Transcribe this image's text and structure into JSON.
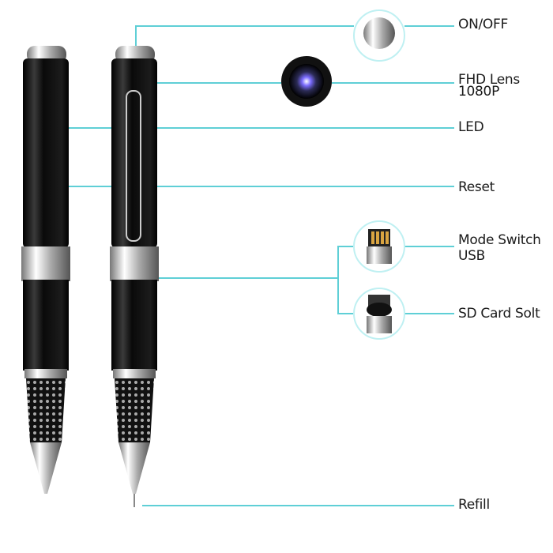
{
  "labels": {
    "on_off": "ON/OFF",
    "lens_line1": "FHD Lens",
    "lens_line2": "1080P",
    "led": "LED",
    "reset": "Reset",
    "mode_line1": "Mode Switch",
    "mode_line2": "USB",
    "sd": "SD Card Solt",
    "refill": "Refill"
  },
  "colors": {
    "leader_line": "#5fcfd6",
    "pen_body": "#111111",
    "chrome": "#c8c8c8"
  }
}
